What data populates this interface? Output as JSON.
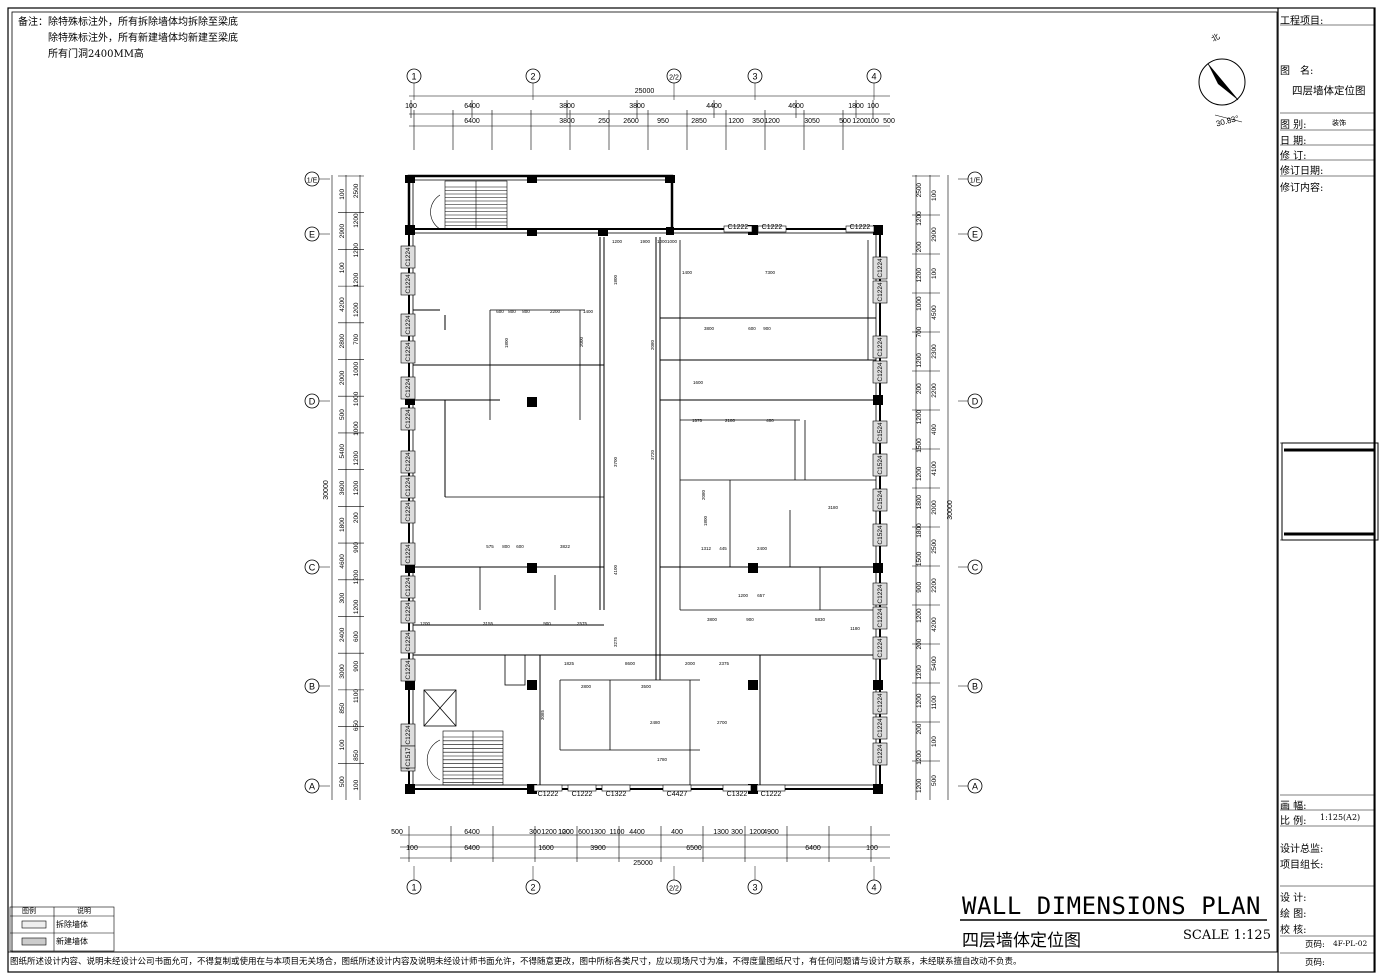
{
  "notes": {
    "line1": "备注：除特殊标注外，所有拆除墙体均拆除至梁底",
    "line2": "除特殊标注外，所有新建墙体均新建至梁底",
    "line3": "所有门洞2400MM高"
  },
  "title_block": {
    "project_label": "工程项目:",
    "drawing_name_label": "图　名:",
    "drawing_name": "四层墙体定位图",
    "category_label": "图 别:",
    "category_value": "装饰",
    "date_label": "日 期:",
    "revision_label": "修 订:",
    "revision_date_label": "修订日期:",
    "revision_content_label": "修订内容:",
    "sheet_size_label": "画 幅:",
    "scale_label": "比 例:",
    "scale_value": "1:125(A2)",
    "design_director_label": "设计总监:",
    "project_lead_label": "项目组长:",
    "designer_label": "设 计:",
    "drafter_label": "绘 图:",
    "checker_label": "校 核:",
    "page_no_label": "页码:",
    "page_no_value": "4F-PL-02",
    "page_label2": "页码:"
  },
  "title": {
    "en": "WALL DIMENSIONS PLAN",
    "cn": "四层墙体定位图",
    "scale": "SCALE 1:125"
  },
  "north": {
    "angle_label": "30.83°",
    "n_label": "北"
  },
  "legend": {
    "header_symbol": "图例",
    "header_desc": "说明",
    "items": [
      {
        "label": "拆除墙体"
      },
      {
        "label": "新建墙体"
      }
    ]
  },
  "footer": "图纸所述设计内容、说明未经设计公司书面允可，不得复制或使用在与本项目无关场合，图纸所述设计内容及说明未经设计师书面允许，不得随意更改，图中所标各类尺寸，应以现场尺寸为准，不得度量图纸尺寸，有任何问题请与设计方联系，未经联系擅自改动不负责。",
  "grid": {
    "cols": [
      {
        "label": "1"
      },
      {
        "label": "2"
      },
      {
        "label": "2/2"
      },
      {
        "label": "3"
      },
      {
        "label": "4"
      }
    ],
    "rows": [
      {
        "label": "1/E"
      },
      {
        "label": "E"
      },
      {
        "label": "D"
      },
      {
        "label": "C"
      },
      {
        "label": "B"
      },
      {
        "label": "A"
      }
    ]
  },
  "dims": {
    "top_total": "25000",
    "top_row1": [
      "100",
      "6400",
      "3800",
      "3800",
      "4400",
      "4600",
      "1800",
      "100"
    ],
    "top_row2": [
      "6400",
      "3800",
      "250",
      "2600",
      "950",
      "2850",
      "1200",
      "350",
      "1200",
      "3050",
      "500",
      "1200",
      "100",
      "500"
    ],
    "bottom_total": "25000",
    "bottom_row1": [
      "500",
      "6400",
      "300",
      "1200",
      "100",
      "1200",
      "600",
      "1300",
      "1100",
      "4400",
      "400",
      "1300",
      "300",
      "1200",
      "4900"
    ],
    "bottom_row2": [
      "100",
      "6400",
      "1600",
      "3900",
      "6500",
      "6400",
      "100"
    ],
    "left_total": "30000",
    "left_outer": [
      "100",
      "2900",
      "100",
      "4200",
      "2800",
      "2000",
      "500",
      "5400",
      "3600",
      "1800",
      "4600",
      "300",
      "2400",
      "3000",
      "850",
      "100",
      "500"
    ],
    "left_inner": [
      "2500",
      "1200",
      "1200",
      "1200",
      "1200",
      "700",
      "1000",
      "1000",
      "1000",
      "1200",
      "1200",
      "200",
      "900",
      "1200",
      "1200",
      "600",
      "900",
      "1100",
      "650",
      "850",
      "100"
    ],
    "right_total": "30000",
    "right_outer": [
      "100",
      "2900",
      "100",
      "4500",
      "2300",
      "2200",
      "400",
      "4100",
      "2000",
      "2500",
      "2200",
      "4200",
      "5400",
      "1100",
      "100",
      "500"
    ],
    "right_inner": [
      "2500",
      "1200",
      "200",
      "1200",
      "1000",
      "700",
      "1200",
      "200",
      "1200",
      "1500",
      "1200",
      "1800",
      "1800",
      "1500",
      "900",
      "1200",
      "200",
      "1200",
      "1200",
      "200",
      "1200",
      "1200"
    ]
  },
  "windows": {
    "top": [
      "C1222",
      "C1222",
      "C1222"
    ],
    "bottom": [
      "C1222",
      "C1222",
      "C1322",
      "C4427",
      "C1322",
      "C1222"
    ],
    "left": [
      "C1224",
      "C1224",
      "C1224",
      "C1224",
      "C1224",
      "C1224",
      "C1224",
      "C1224",
      "C1224",
      "C1224",
      "C1224",
      "C1224",
      "C1224",
      "C1224",
      "C1224",
      "C1224",
      "C1517"
    ],
    "right": [
      "C1224",
      "C1224",
      "C1224",
      "C1224",
      "C1524",
      "C1524",
      "C1524",
      "C1524",
      "C1224",
      "C1224",
      "C1224",
      "C1224",
      "C1224",
      "C1224"
    ]
  },
  "inner_dims": [
    {
      "t": "600"
    },
    {
      "t": "800"
    },
    {
      "t": "800"
    },
    {
      "t": "2200"
    },
    {
      "t": "1400"
    },
    {
      "t": "1800"
    },
    {
      "t": "2000"
    },
    {
      "t": "1200"
    },
    {
      "t": "1900"
    },
    {
      "t": "1000"
    },
    {
      "t": "1000"
    },
    {
      "t": "7300"
    },
    {
      "t": "3800"
    },
    {
      "t": "600"
    },
    {
      "t": "900"
    },
    {
      "t": "1400"
    },
    {
      "t": "1800"
    },
    {
      "t": "2080"
    },
    {
      "t": "1600"
    },
    {
      "t": "1575"
    },
    {
      "t": "2180"
    },
    {
      "t": "400"
    },
    {
      "t": "3700"
    },
    {
      "t": "3720"
    },
    {
      "t": "2080"
    },
    {
      "t": "1800"
    },
    {
      "t": "3180"
    },
    {
      "t": "575"
    },
    {
      "t": "800"
    },
    {
      "t": "600"
    },
    {
      "t": "3822"
    },
    {
      "t": "1312"
    },
    {
      "t": "445"
    },
    {
      "t": "2400"
    },
    {
      "t": "1200"
    },
    {
      "t": "3155"
    },
    {
      "t": "900"
    },
    {
      "t": "2575"
    },
    {
      "t": "3800"
    },
    {
      "t": "900"
    },
    {
      "t": "5830"
    },
    {
      "t": "1180"
    },
    {
      "t": "3275"
    },
    {
      "t": "1825"
    },
    {
      "t": "8600"
    },
    {
      "t": "2000"
    },
    {
      "t": "2375"
    },
    {
      "t": "2800"
    },
    {
      "t": "3500"
    },
    {
      "t": "2480"
    },
    {
      "t": "2700"
    },
    {
      "t": "1780"
    },
    {
      "t": "3085"
    },
    {
      "t": "4100"
    },
    {
      "t": "1200"
    },
    {
      "t": "657"
    }
  ]
}
